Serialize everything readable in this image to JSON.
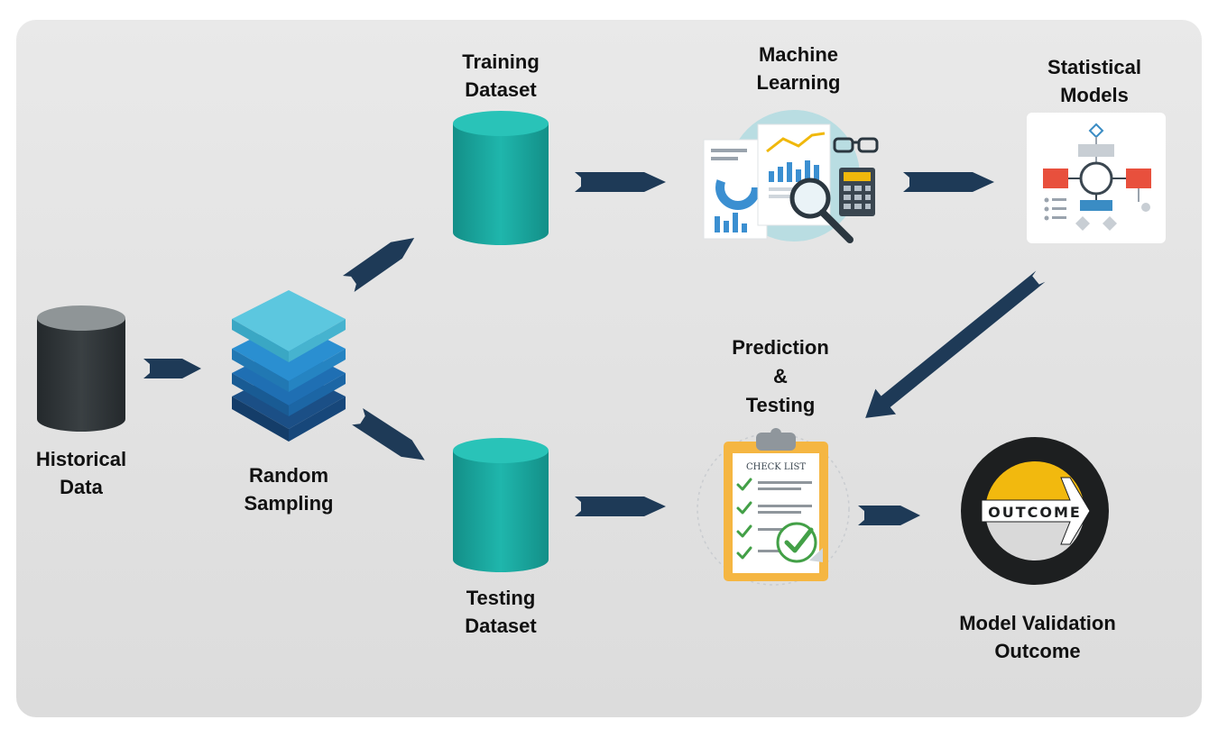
{
  "nodes": {
    "historical": {
      "label": "Historical\nData",
      "icon": "dark-database-icon"
    },
    "random_sampling": {
      "label": "Random\nSampling",
      "icon": "stacked-layers-icon"
    },
    "training": {
      "label": "Training\nDataset",
      "icon": "teal-database-icon"
    },
    "testing": {
      "label": "Testing\nDataset",
      "icon": "teal-database-icon"
    },
    "machine_learning": {
      "label": "Machine\nLearning",
      "icon": "analytics-report-icon"
    },
    "statistical_models": {
      "label": "Statistical\nModels",
      "icon": "flowchart-icon"
    },
    "prediction": {
      "label": "Prediction\n&\nTesting",
      "icon": "checklist-clipboard-icon"
    },
    "outcome": {
      "label": "Model Validation\nOutcome",
      "icon": "outcome-badge-icon",
      "badge_text": "OUTCOME"
    }
  },
  "checklist_title": "CHECK LIST",
  "colors": {
    "arrow": "#1e3a57",
    "teal": "#1aa9a0",
    "dark_db": "#2f3437",
    "accent_red": "#e8503d",
    "accent_yellow": "#f0b80c"
  }
}
